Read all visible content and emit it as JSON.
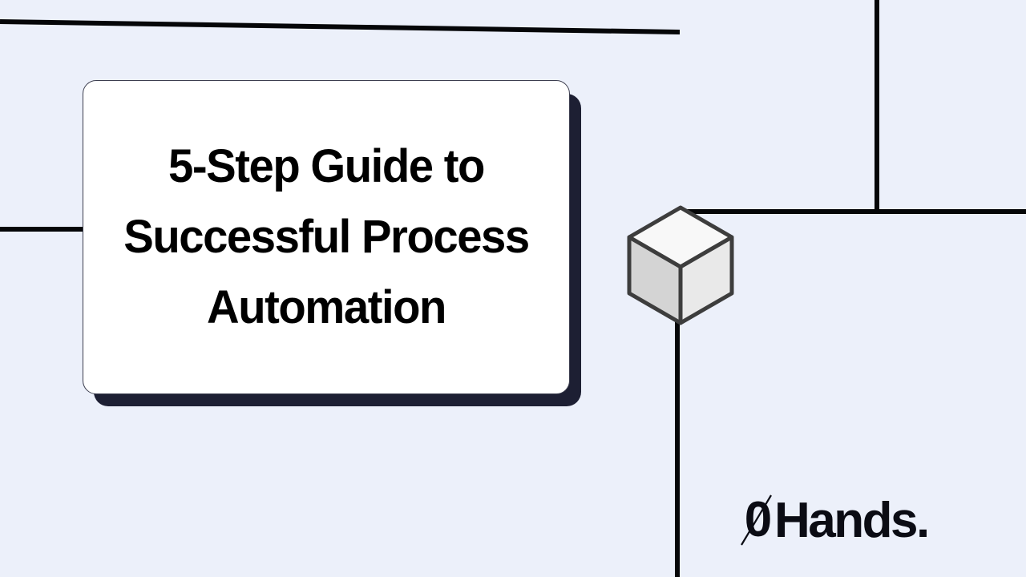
{
  "slide": {
    "background_color": "#ecf0fa",
    "title": "5-Step Guide to Successful Process Automation",
    "title_color": "#000000",
    "card_background": "#ffffff",
    "card_border_color": "#3b3d4e",
    "card_shadow_color": "#1d1f33"
  },
  "decor": {
    "line_color": "#050608",
    "cube": {
      "name": "isometric-cube",
      "top_face_color": "#f8f8f8",
      "left_face_color": "#d4d4d4",
      "right_face_color": "#e9e9e9",
      "edge_color": "#3d3d3d"
    }
  },
  "brand": {
    "zero_glyph": "0",
    "wordmark": "Hands.",
    "full_name": "0Hands.",
    "color": "#0b0c14"
  }
}
